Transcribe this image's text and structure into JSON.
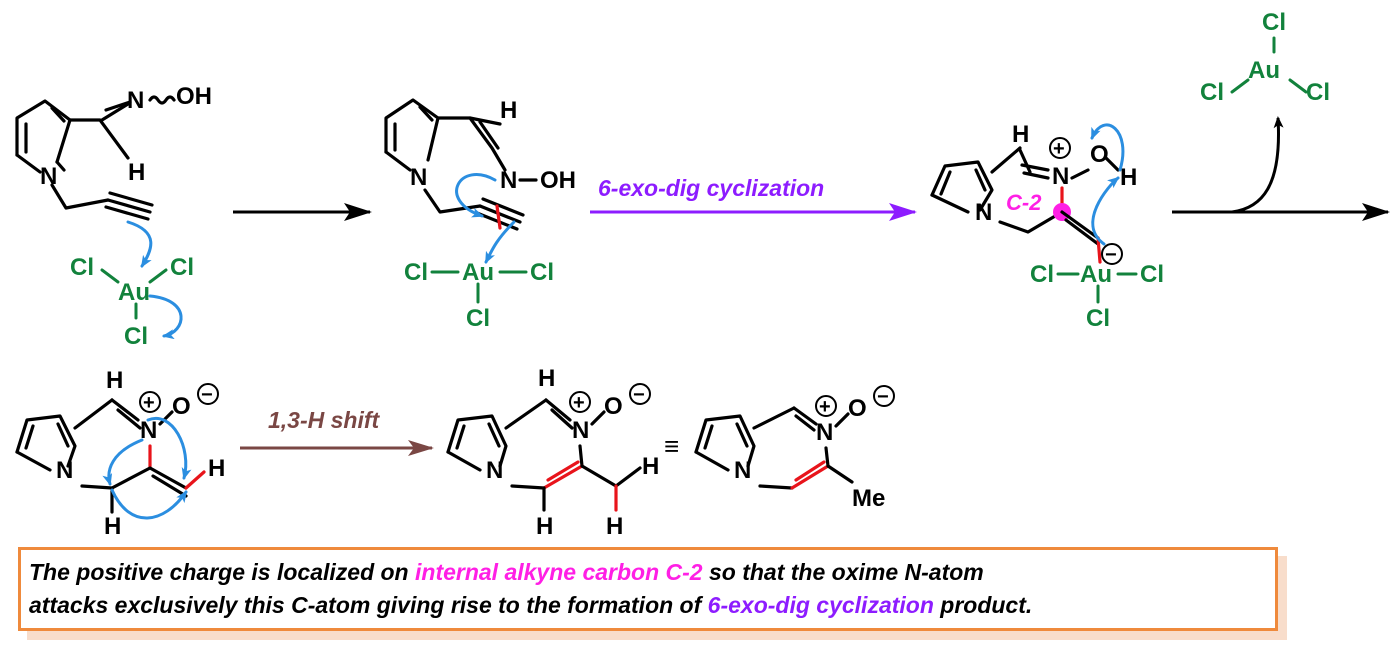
{
  "colors": {
    "bond": "#000000",
    "new_bond": "#e8141b",
    "gold_complex": "#12823c",
    "curly_arrow": "#2b8ee0",
    "cyclization_arrow": "#8d1cff",
    "shift_arrow": "#7a4744",
    "highlight_pink": "#ff1fe5",
    "note_border": "#ef8a3c"
  },
  "atoms": {
    "N": "N",
    "O": "O",
    "OH": "OH",
    "H": "H",
    "Cl": "Cl",
    "Au": "Au",
    "Me": "Me",
    "plus": "+",
    "minus": "−"
  },
  "labels": {
    "cyclization": "6-exo-dig cyclization",
    "carbon_label": "C-2",
    "shift": "1,3-H shift",
    "equivalent": "≡"
  },
  "note": {
    "part1": "The positive charge is localized on ",
    "highlight1": "internal alkyne carbon C-2",
    "part2": " so that the oxime N-atom",
    "part3": "attacks exclusively this C-atom giving rise to the formation of ",
    "highlight2": "6-exo-dig cyclization",
    "part4": " product."
  }
}
